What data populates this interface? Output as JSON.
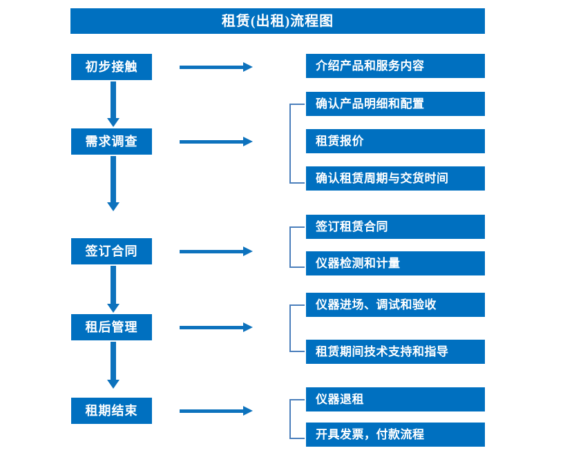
{
  "chart_data": {
    "type": "diagram",
    "title": "租赁(出租)流程图",
    "diagram_kind": "flowchart",
    "orientation": "vertical-stages-with-horizontal-details",
    "stages": [
      {
        "label": "初步接触",
        "details": [
          "介绍产品和服务内容"
        ],
        "grouped": false
      },
      {
        "label": "需求调查",
        "details": [
          "确认产品明细和配置",
          "租赁报价",
          "确认租赁周期与交货时间"
        ],
        "grouped": true
      },
      {
        "label": "签订合同",
        "details": [
          "签订租赁合同",
          "仪器检测和计量"
        ],
        "grouped": true
      },
      {
        "label": "租后管理",
        "details": [
          "仪器进场、调试和验收",
          "租赁期间技术支持和指导"
        ],
        "grouped": true
      },
      {
        "label": "租期结束",
        "details": [
          "仪器退租",
          "开具发票，付款流程"
        ],
        "grouped": true
      }
    ],
    "connectors": {
      "stage_to_stage": "down-arrow",
      "stage_to_details": "right-arrow",
      "detail_group": "square-bracket"
    },
    "colors": {
      "box_fill": "#0070c0",
      "box_text": "#ffffff",
      "arrow": "#0d72bd",
      "bracket": "#4a7ebb",
      "background": "#ffffff"
    }
  },
  "title": {
    "text": "租赁(出租)流程图"
  },
  "stages": [
    {
      "label": "初步接触"
    },
    {
      "label": "需求调查"
    },
    {
      "label": "签订合同"
    },
    {
      "label": "租后管理"
    },
    {
      "label": "租期结束"
    }
  ],
  "details": {
    "d0_0": "介绍产品和服务内容",
    "d1_0": "确认产品明细和配置",
    "d1_1": "租赁报价",
    "d1_2": "确认租赁周期与交货时间",
    "d2_0": "签订租赁合同",
    "d2_1": "仪器检测和计量",
    "d3_0": "仪器进场、调试和验收",
    "d3_1": "租赁期间技术支持和指导",
    "d4_0": "仪器退租",
    "d4_1": "开具发票，付款流程"
  }
}
